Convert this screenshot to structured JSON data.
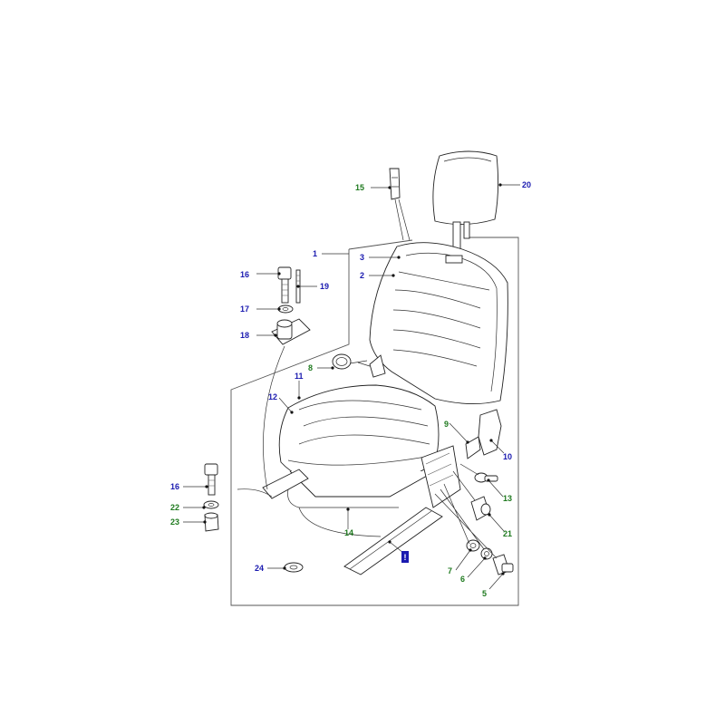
{
  "diagram": {
    "colors": {
      "label_blue": "#1a1ab0",
      "label_green": "#1f7a1f",
      "line": "#222222",
      "background": "#ffffff",
      "marker_badge": "#1a1ab0"
    },
    "callouts": {
      "c1": "1",
      "c2": "2",
      "c3": "3",
      "c5": "5",
      "c6": "6",
      "c7": "7",
      "c8": "8",
      "c9": "9",
      "c10": "10",
      "c11": "11",
      "c12": "12",
      "c13": "13",
      "c14": "14",
      "c15": "15",
      "c16a": "16",
      "c16b": "16",
      "c17": "17",
      "c18": "18",
      "c19": "19",
      "c20": "20",
      "c21": "21",
      "c22": "22",
      "c23": "23",
      "c24": "24"
    },
    "marker_badge": "!"
  }
}
